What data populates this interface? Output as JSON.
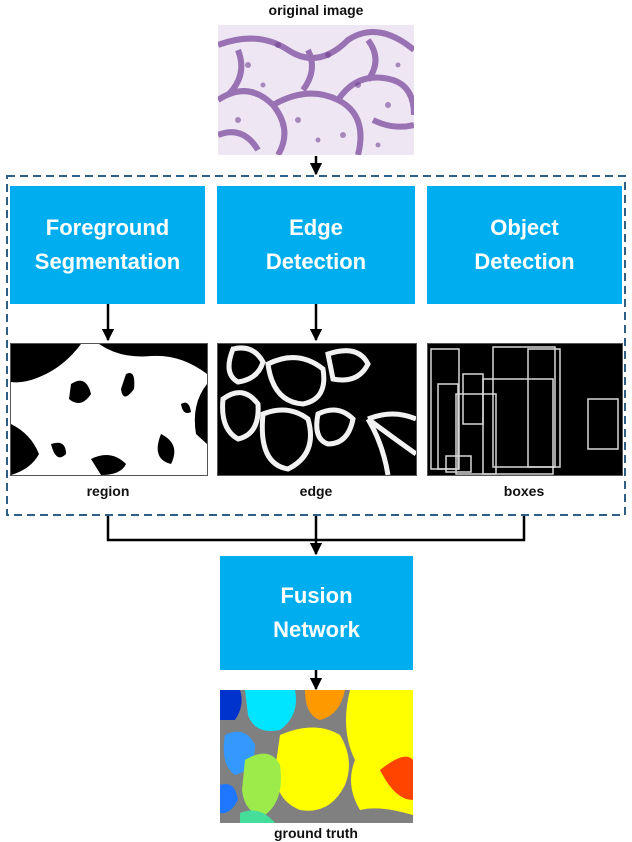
{
  "captions": {
    "original": "original image",
    "region": "region",
    "edge": "edge",
    "boxes": "boxes",
    "ground_truth": "ground truth"
  },
  "boxes": {
    "foreground": [
      "Foreground",
      "Segmentation"
    ],
    "edge": [
      "Edge",
      "Detection"
    ],
    "object": [
      "Object",
      "Detection"
    ],
    "fusion": [
      "Fusion",
      "Network"
    ]
  },
  "colors": {
    "box_fill": "#00aeef",
    "dashed_border": "#2f5f86",
    "connector": "#000000"
  }
}
